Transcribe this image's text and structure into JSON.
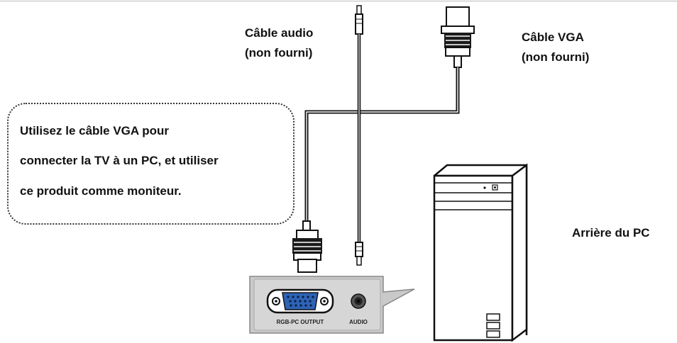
{
  "labels": {
    "audio_cable_line1": "Câble audio",
    "audio_cable_line2": "(non fourni)",
    "vga_cable_line1": "Câble VGA",
    "vga_cable_line2": "(non fourni)",
    "pc_rear": "Arrière du PC"
  },
  "note": {
    "line1": "Utilisez le câble VGA pour",
    "line2": "connecter la TV à un PC, et utiliser",
    "line3": "ce produit comme moniteur."
  },
  "panel": {
    "vga_port_label": "RGB-PC OUTPUT",
    "audio_port_label": "AUDIO"
  },
  "colors": {
    "cable": "#1a1a1a",
    "panel_fill": "#c9c9c9",
    "vga_port_blue": "#2f63b5",
    "pc_outline": "#111111"
  }
}
